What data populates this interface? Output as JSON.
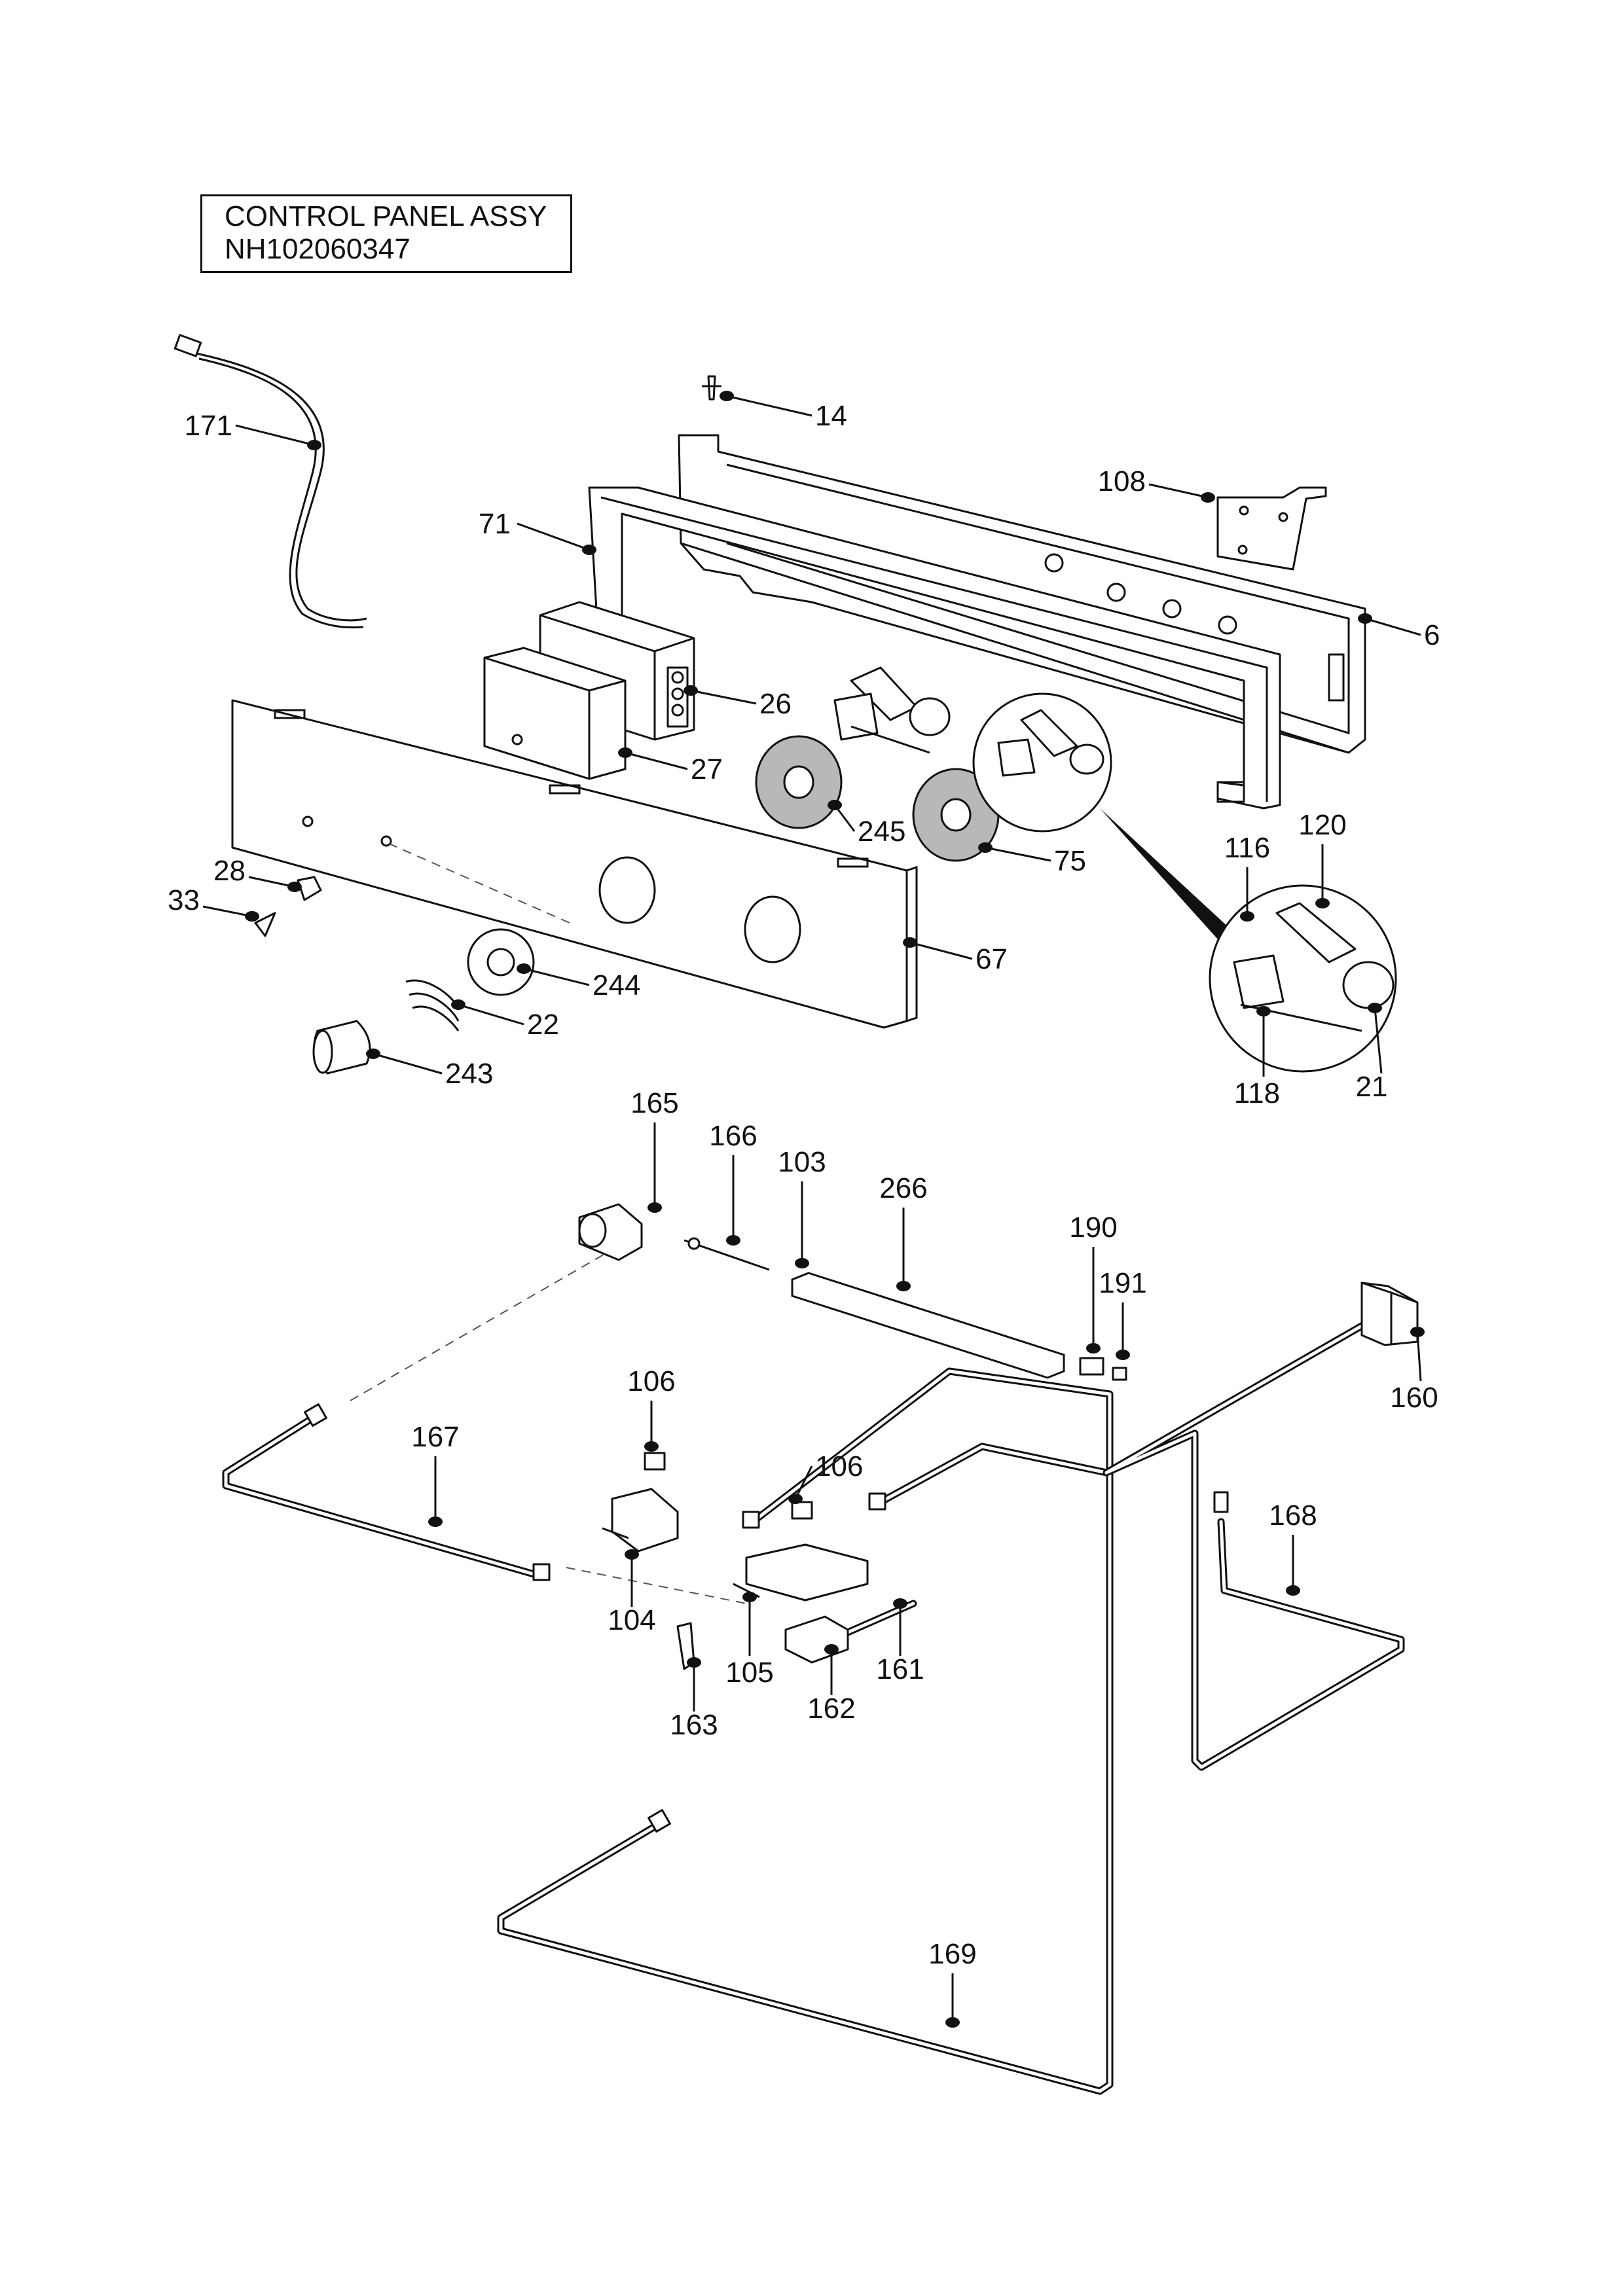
{
  "title": {
    "line1": "CONTROL PANEL ASSY",
    "line2": "NH102060347"
  },
  "parts": [
    {
      "id": "p6",
      "label": "6"
    },
    {
      "id": "p14",
      "label": "14"
    },
    {
      "id": "p21",
      "label": "21"
    },
    {
      "id": "p22",
      "label": "22"
    },
    {
      "id": "p26",
      "label": "26"
    },
    {
      "id": "p27",
      "label": "27"
    },
    {
      "id": "p28",
      "label": "28"
    },
    {
      "id": "p33",
      "label": "33"
    },
    {
      "id": "p67",
      "label": "67"
    },
    {
      "id": "p71",
      "label": "71"
    },
    {
      "id": "p75",
      "label": "75"
    },
    {
      "id": "p103",
      "label": "103"
    },
    {
      "id": "p104",
      "label": "104"
    },
    {
      "id": "p105",
      "label": "105"
    },
    {
      "id": "p106a",
      "label": "106"
    },
    {
      "id": "p106b",
      "label": "106"
    },
    {
      "id": "p108",
      "label": "108"
    },
    {
      "id": "p116",
      "label": "116"
    },
    {
      "id": "p118",
      "label": "118"
    },
    {
      "id": "p120",
      "label": "120"
    },
    {
      "id": "p160",
      "label": "160"
    },
    {
      "id": "p161",
      "label": "161"
    },
    {
      "id": "p162",
      "label": "162"
    },
    {
      "id": "p163",
      "label": "163"
    },
    {
      "id": "p165",
      "label": "165"
    },
    {
      "id": "p166",
      "label": "166"
    },
    {
      "id": "p167",
      "label": "167"
    },
    {
      "id": "p168",
      "label": "168"
    },
    {
      "id": "p169",
      "label": "169"
    },
    {
      "id": "p171",
      "label": "171"
    },
    {
      "id": "p190",
      "label": "190"
    },
    {
      "id": "p191",
      "label": "191"
    },
    {
      "id": "p243",
      "label": "243"
    },
    {
      "id": "p244",
      "label": "244"
    },
    {
      "id": "p245",
      "label": "245"
    },
    {
      "id": "p266",
      "label": "266"
    }
  ]
}
